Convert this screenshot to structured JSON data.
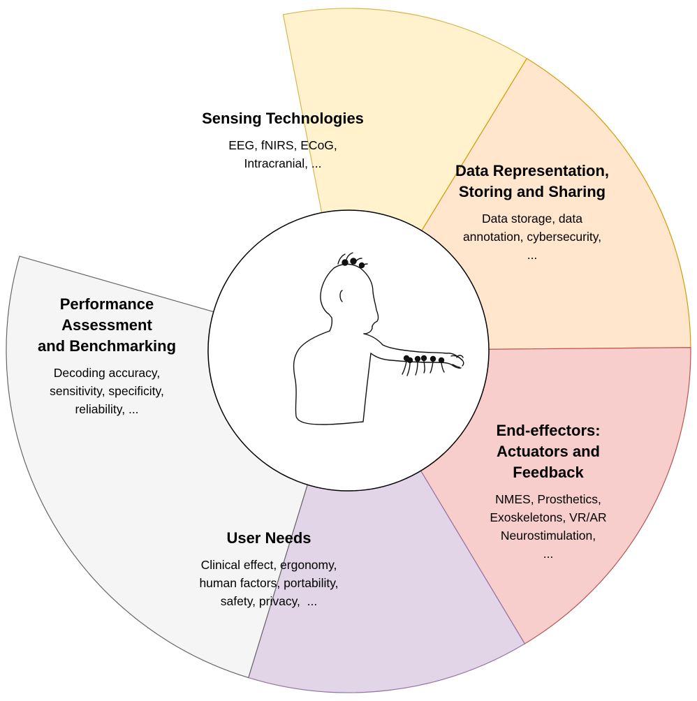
{
  "segments": [
    {
      "id": "sensing",
      "title": [
        "Sensing Technologies"
      ],
      "body": [
        "EEG, fNIRS, ECoG,",
        "Intracranial, ..."
      ],
      "fill": "#fff2cc",
      "stroke": "#d6b656"
    },
    {
      "id": "data",
      "title": [
        "Data Representation,",
        "Storing and Sharing"
      ],
      "body": [
        "Data storage, data",
        "annotation, cybersecurity,",
        "..."
      ],
      "fill": "#ffe6cc",
      "stroke": "#d79b00"
    },
    {
      "id": "end-effectors",
      "title": [
        "End-effectors:",
        "Actuators and",
        "Feedback"
      ],
      "body": [
        "NMES, Prosthetics,",
        "Exoskeletons, VR/AR",
        "Neurostimulation,",
        "..."
      ],
      "fill": "#f8cecc",
      "stroke": "#b85450"
    },
    {
      "id": "user-needs",
      "title": [
        "User Needs"
      ],
      "body": [
        "Clinical effect, ergonomy,",
        "human factors, portability,",
        "safety, privacy,  ..."
      ],
      "fill": "#e1d5e7",
      "stroke": "#9673a6"
    },
    {
      "id": "performance",
      "title": [
        "Performance",
        "Assessment",
        "and Benchmarking"
      ],
      "body": [
        "Decoding accuracy,",
        "sensitivity, specificity,",
        "reliability, ..."
      ],
      "fill": "#f5f5f5",
      "stroke": "#666666"
    }
  ],
  "center": {
    "fill": "#ffffff",
    "stroke": "#000000",
    "illustration": "person-with-arm-electrodes"
  }
}
